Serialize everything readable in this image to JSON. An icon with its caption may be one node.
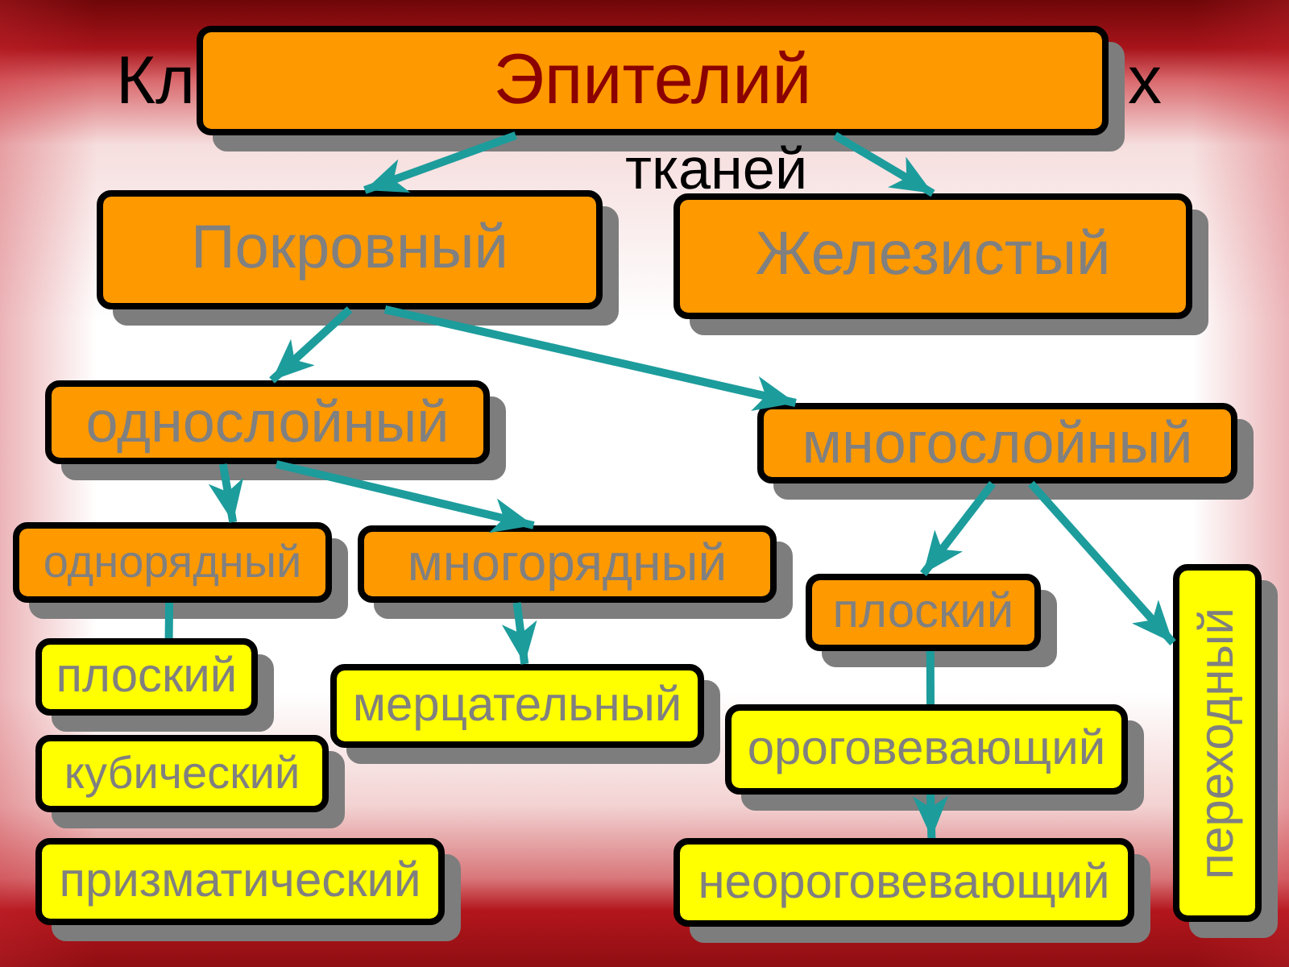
{
  "diagram": {
    "nodes": [
      {
        "text": [
          "Эпителий"
        ]
      },
      {
        "text": [
          "Покровный"
        ]
      },
      {
        "text": [
          "Железистый"
        ]
      },
      {
        "text": [
          "однослойный"
        ]
      },
      {
        "text": [
          "многослойный"
        ]
      },
      {
        "text": [
          "однорядный"
        ]
      },
      {
        "text": [
          "многорядный"
        ]
      },
      {
        "text": [
          "плоский"
        ]
      },
      {
        "text": [
          "кубический"
        ]
      },
      {
        "text": [
          "призматический"
        ]
      },
      {
        "text": [
          "мерцательный"
        ]
      },
      {
        "text": [
          "плоский"
        ]
      },
      {
        "text": [
          "ороговевающий"
        ]
      },
      {
        "text": [
          "неороговевающий"
        ]
      },
      {
        "text": [
          "переходный"
        ]
      }
    ],
    "edges": [
      {
        "from": 0,
        "to": 1,
        "arrow": "to"
      },
      {
        "from": 0,
        "to": 2,
        "arrow": "to"
      },
      {
        "from": 1,
        "to": 3,
        "arrow": "to"
      },
      {
        "from": 1,
        "to": 4,
        "arrow": "to"
      },
      {
        "from": 3,
        "to": 5,
        "arrow": "to"
      },
      {
        "from": 3,
        "to": 6,
        "arrow": "to"
      },
      {
        "from": 4,
        "to": 11,
        "arrow": "to"
      },
      {
        "from": 4,
        "to": 14,
        "arrow": "to"
      },
      {
        "from": 6,
        "to": 10,
        "arrow": "to"
      },
      {
        "from": 5,
        "to": 7,
        "arrow": "none"
      },
      {
        "from": 11,
        "to": 12,
        "arrow": "none"
      },
      {
        "from": 12,
        "to": 13,
        "arrow": "to"
      }
    ],
    "labels": [
      "Кл",
      "х",
      "тканей"
    ]
  }
}
